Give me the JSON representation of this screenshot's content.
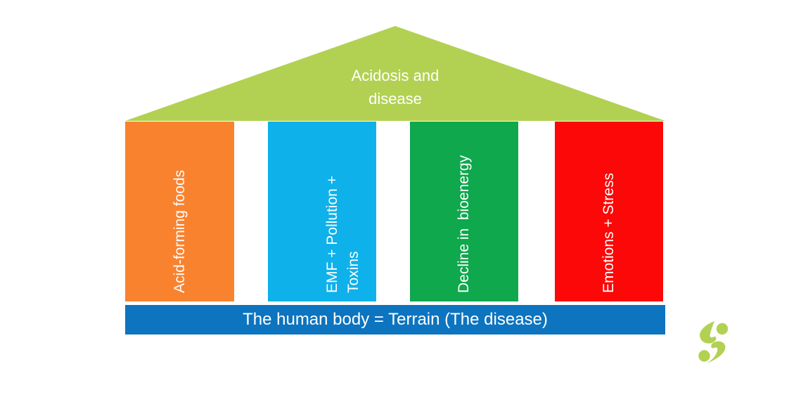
{
  "diagram": {
    "roof": {
      "label": "Acidosis and\ndisease",
      "color": "#B2D153"
    },
    "pillars": [
      {
        "id": "acid-forming-foods",
        "label": "Acid-forming foods",
        "color": "#F9822F"
      },
      {
        "id": "emf-pollution-toxins",
        "label": "EMF + Pollution +\nToxins",
        "color": "#0FB1EB"
      },
      {
        "id": "decline-in-bioenergy",
        "label": "Decline in  bioenergy",
        "color": "#0FA84D"
      },
      {
        "id": "emotions-stress",
        "label": "Emotions + Stress",
        "color": "#FC0808"
      }
    ],
    "base": {
      "label": "The human body = Terrain (The disease)",
      "color": "#0D74BF"
    },
    "logo": {
      "icon": "stylized-s-logo",
      "color": "#B2D153"
    },
    "text_color": "#FFFFFF",
    "background": "#FFFFFF"
  }
}
